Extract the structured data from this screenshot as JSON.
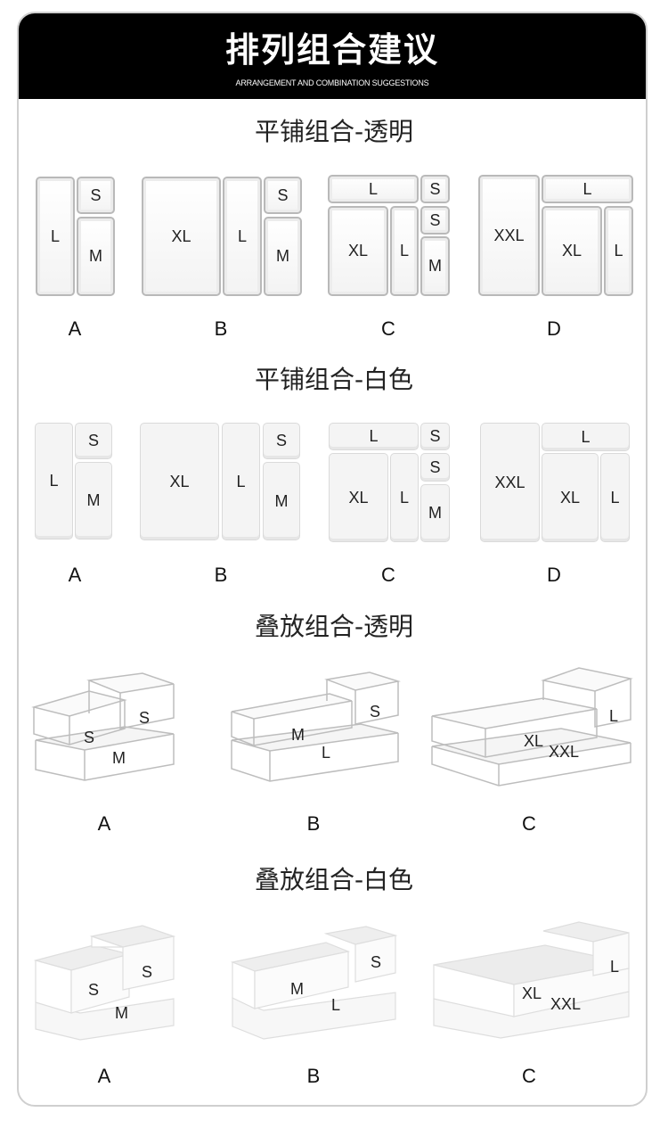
{
  "banner": {
    "title": "排列组合建议",
    "subtitle": "ARRANGEMENT AND COMBINATION SUGGESTIONS"
  },
  "sections": {
    "flat_clear": {
      "title": "平铺组合-透明"
    },
    "flat_white": {
      "title": "平铺组合-白色"
    },
    "stack_clear": {
      "title": "叠放组合-透明"
    },
    "stack_white": {
      "title": "叠放组合-白色"
    }
  },
  "flat_options": [
    "A",
    "B",
    "C",
    "D"
  ],
  "stack_options": [
    "A",
    "B",
    "C"
  ],
  "sizes": {
    "s": "S",
    "m": "M",
    "l": "L",
    "xl": "XL",
    "xxl": "XXL"
  }
}
